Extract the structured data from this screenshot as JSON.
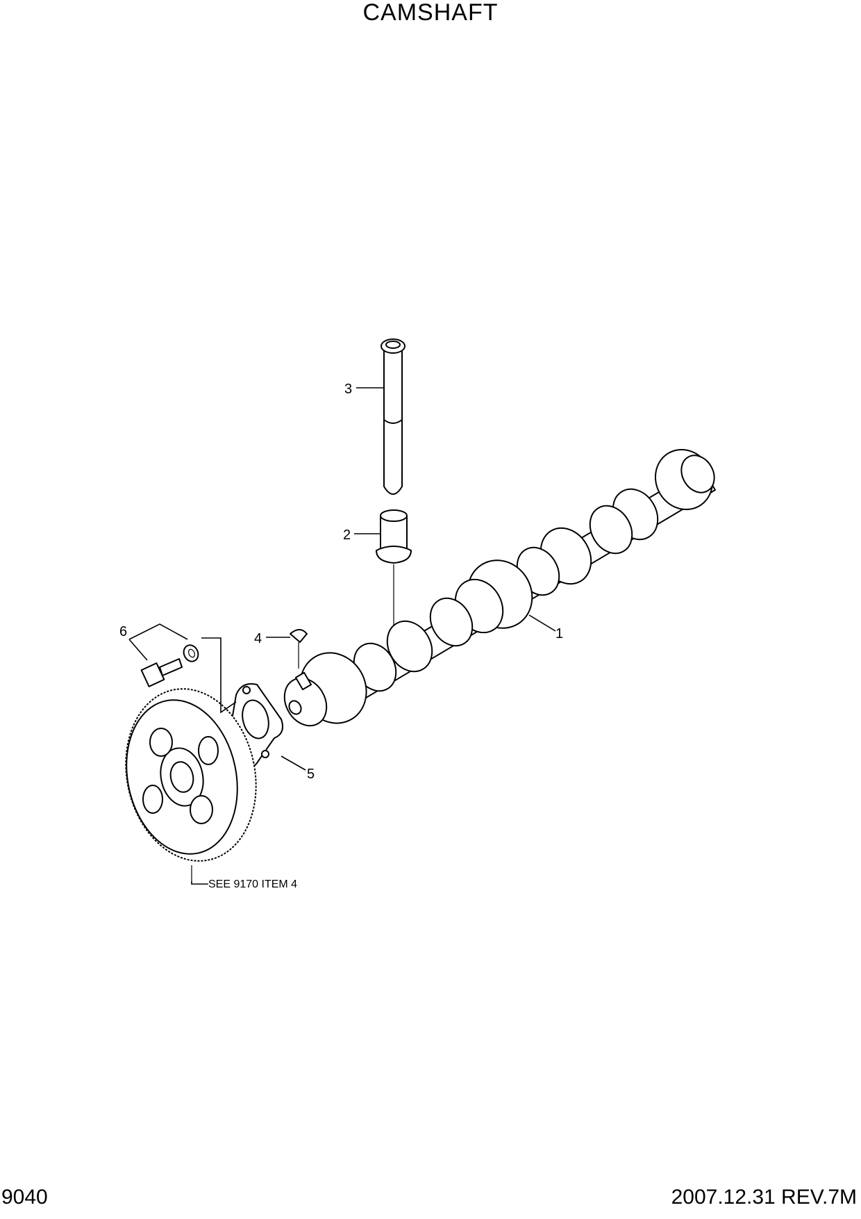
{
  "title": "CAMSHAFT",
  "footer": {
    "page_code": "9040",
    "revision": "2007.12.31  REV.7M"
  },
  "callouts": [
    {
      "id": "1",
      "label": "1"
    },
    {
      "id": "2",
      "label": "2"
    },
    {
      "id": "3",
      "label": "3"
    },
    {
      "id": "4",
      "label": "4"
    },
    {
      "id": "5",
      "label": "5"
    },
    {
      "id": "6",
      "label": "6"
    }
  ],
  "reference_note": "SEE 9170 ITEM 4"
}
